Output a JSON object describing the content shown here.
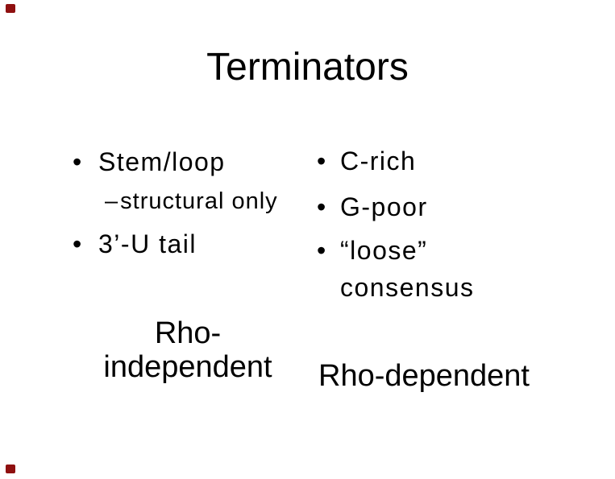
{
  "slide": {
    "title": "Terminators",
    "bullet_glyph": "•",
    "sub_dash_glyph": "–",
    "left_column": {
      "bullet1": "Stem/loop",
      "sub1": "structural only",
      "bullet2": "3’-U tail",
      "caption_line1": "Rho-",
      "caption_line2": "independent"
    },
    "right_column": {
      "bullet1": "C-rich",
      "bullet2": "G-poor",
      "bullet3": "“loose”",
      "bullet3_wrap": "consensus",
      "caption": "Rho-dependent"
    },
    "colors": {
      "background": "#ffffff",
      "text": "#000000",
      "corner_mark": "#8f1010"
    }
  }
}
